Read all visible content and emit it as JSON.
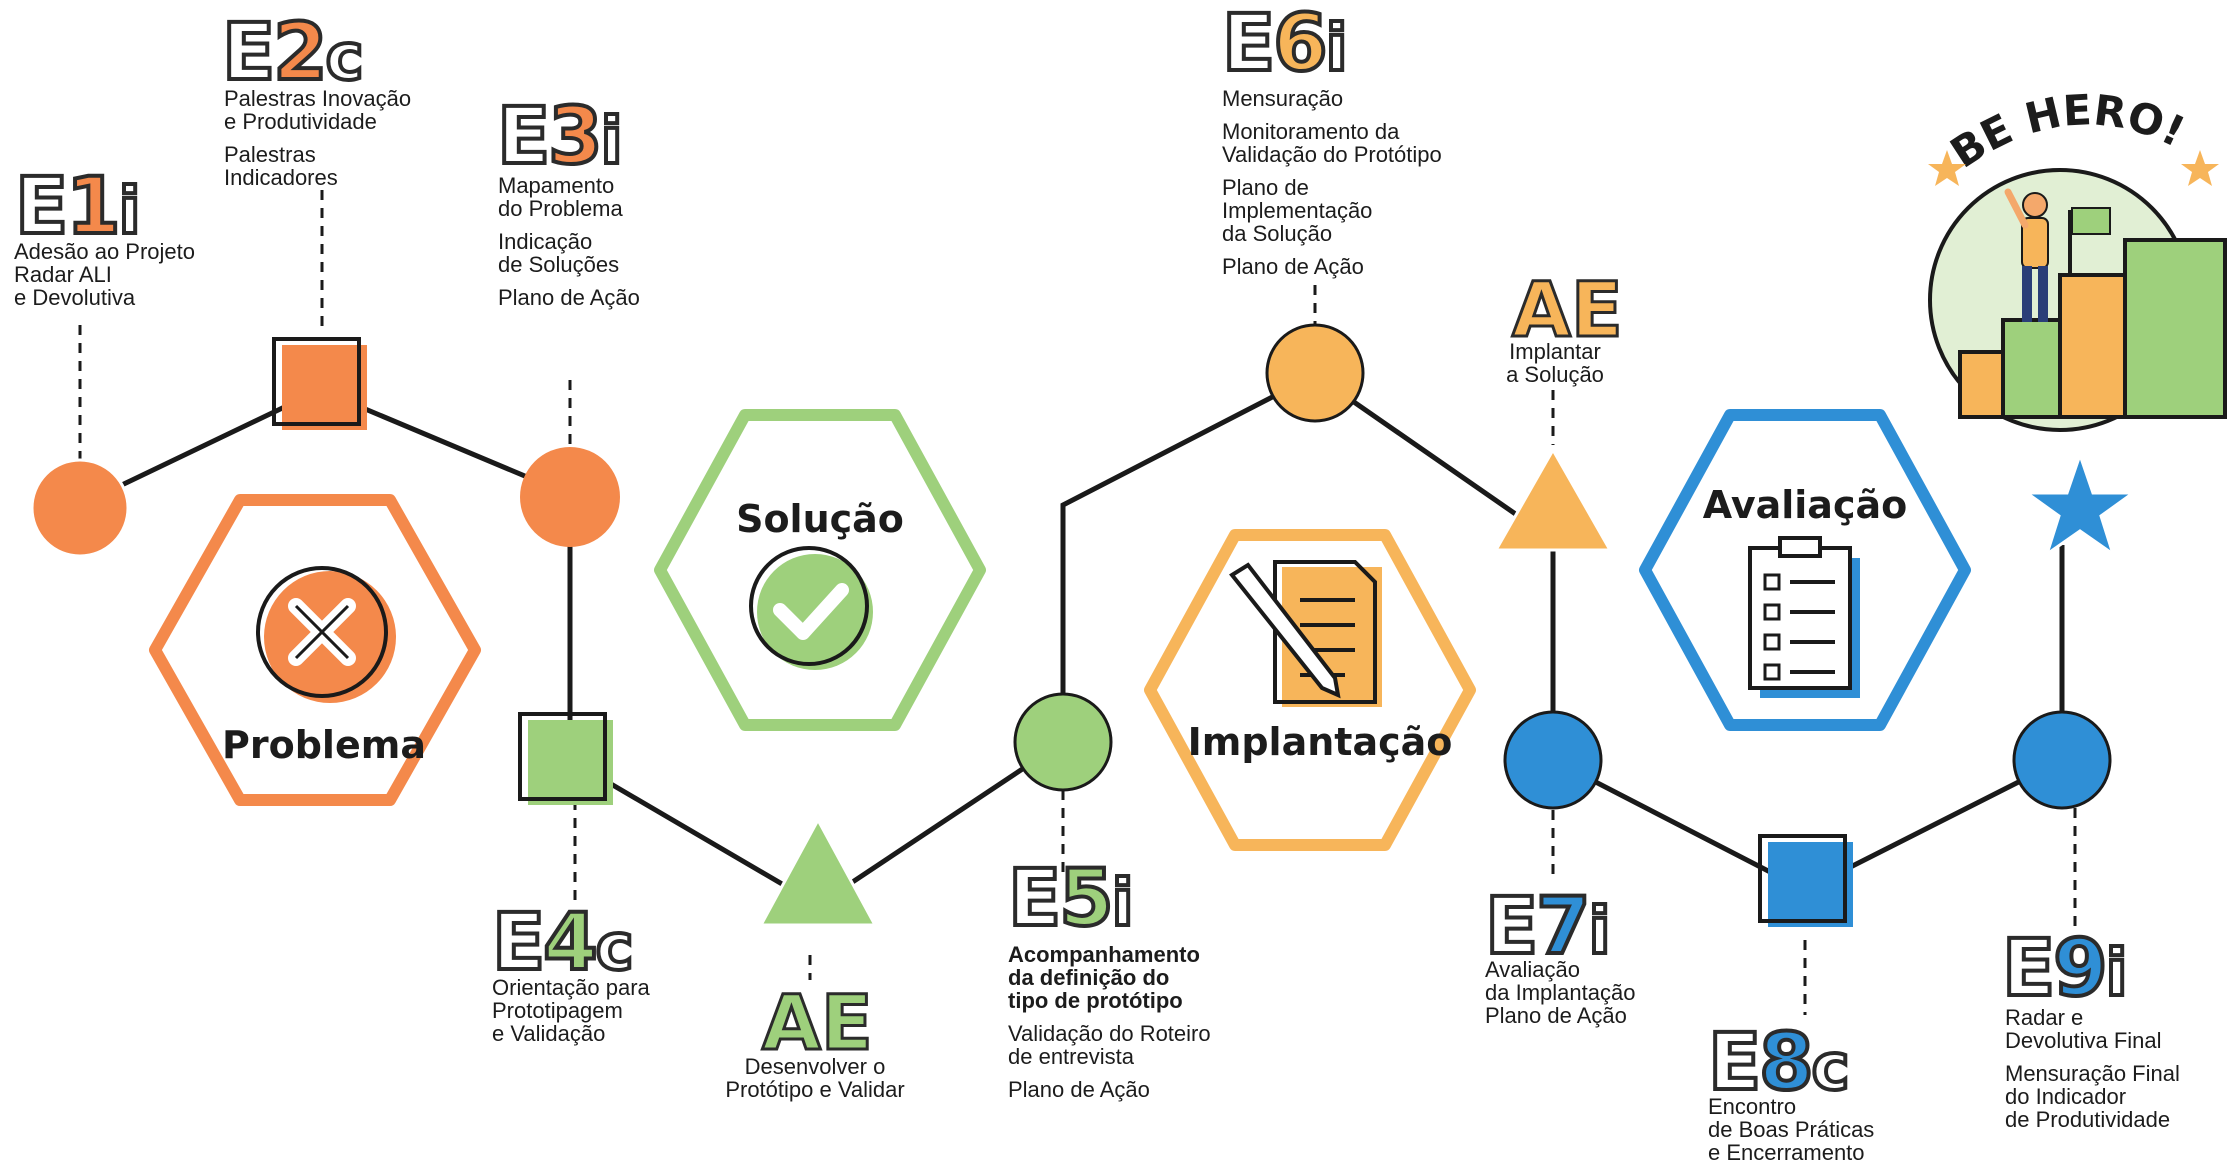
{
  "stages": {
    "problema": "Problema",
    "solucao": "Solução",
    "implantacao": "Implantação",
    "avaliacao": "Avaliação"
  },
  "badge": "BE HERO!",
  "steps": {
    "e1": {
      "e": "E",
      "n": "1",
      "s": "i",
      "lines": [
        "Adesão ao Projeto\nRadar ALI\ne Devolutiva"
      ]
    },
    "e2": {
      "e": "E",
      "n": "2",
      "s": "c",
      "lines": [
        "Palestras Inovação\ne Produtividade",
        "Palestras\nIndicadores"
      ]
    },
    "e3": {
      "e": "E",
      "n": "3",
      "s": "i",
      "lines": [
        "Mapamento\ndo Problema",
        "Indicação\nde Soluções",
        "Plano de Ação"
      ]
    },
    "e4": {
      "e": "E",
      "n": "4",
      "s": "c",
      "lines": [
        "Orientação para\nPrototipagem\ne Validação"
      ]
    },
    "e5": {
      "e": "E",
      "n": "5",
      "s": "i",
      "lines": [
        "Acompanhamento\nda definição do\ntipo de protótipo",
        "Validação do Roteiro\nde entrevista",
        "Plano de Ação"
      ]
    },
    "e6": {
      "e": "E",
      "n": "6",
      "s": "i",
      "lines": [
        "Mensuração",
        "Monitoramento da\nValidação do Protótipo",
        "Plano de\nImplementação\nda Solução",
        "Plano de Ação"
      ]
    },
    "e7": {
      "e": "E",
      "n": "7",
      "s": "i",
      "lines": [
        "Avaliação\nda Implantação\nPlano de Ação"
      ]
    },
    "e8": {
      "e": "E",
      "n": "8",
      "s": "c",
      "lines": [
        "Encontro\nde Boas Práticas\ne Encerramento"
      ]
    },
    "e9": {
      "e": "E",
      "n": "9",
      "s": "i",
      "lines": [
        "Radar e\nDevolutiva Final",
        "Mensuração Final\ndo Indicador\nde Produtividade"
      ]
    }
  },
  "ae1": {
    "label": "AE",
    "text": "Desenvolver o\nProtótipo e Validar"
  },
  "ae2": {
    "label": "AE",
    "text": "Implantar\na Solução"
  },
  "colors": {
    "orange": "#f4894b",
    "amber": "#f7b55a",
    "green": "#9ed07c",
    "blue": "#2f8fd6",
    "line": "#1a1a1a"
  }
}
